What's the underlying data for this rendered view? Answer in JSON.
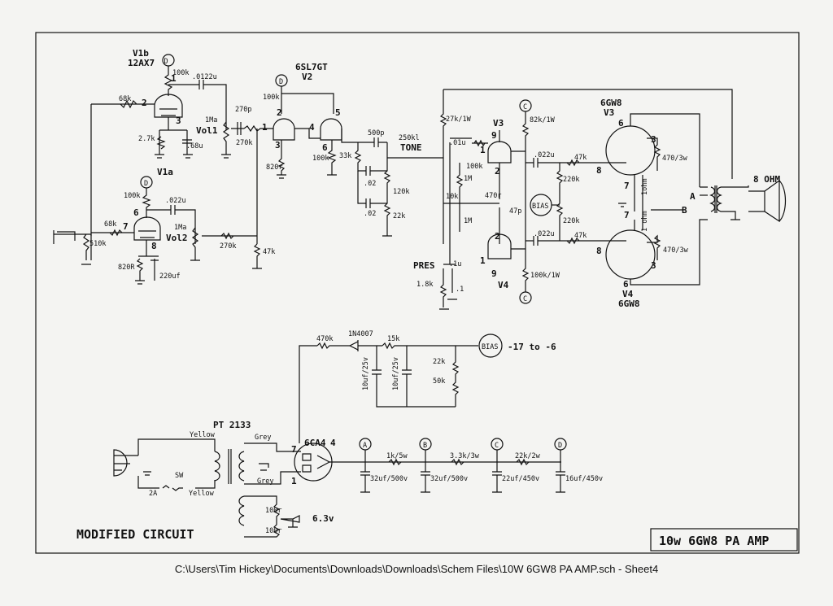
{
  "title_block": "10w 6GW8 PA AMP",
  "modified_label": "MODIFIED CIRCUIT",
  "footer": "C:\\Users\\Tim Hickey\\Documents\\Downloads\\Downloads\\Schem Files\\10W 6GW8 PA AMP.sch  -  Sheet4",
  "tubes": {
    "v1b_name": "V1b",
    "v1b_type": "12AX7",
    "v1a_name": "V1a",
    "v2_type": "6SL7GT",
    "v2_name": "V2",
    "v3_name": "V3",
    "v4_name": "V4",
    "v3_type": "6GW8",
    "v3_name2": "V3",
    "v4_name2": "V4",
    "v4_type": "6GW8",
    "rect": "6CA4"
  },
  "pins": [
    "2",
    "3",
    "1",
    "7",
    "6",
    "8",
    "2",
    "1",
    "3",
    "5",
    "4",
    "6",
    "9",
    "2",
    "1",
    "2",
    "1",
    "9",
    "6",
    "3",
    "8",
    "7",
    "7",
    "8",
    "3",
    "6",
    "7",
    "1",
    "4"
  ],
  "nodes": {
    "a": "A",
    "b": "B",
    "c": "C",
    "d": "D"
  },
  "components": {
    "r100k_v1b": "100k",
    "c0122": ".0122u",
    "r68k_top": "68k",
    "r27k": "2.7k",
    "c68": ".68u",
    "vol1": "Vol1",
    "vol1_val": "1Ma",
    "c270p": "270p",
    "r270k_a": "270k",
    "r100k_v2": "100k",
    "r820": "820r",
    "r100k_v2b": "100k",
    "r33k": "33k",
    "c500p": "500p",
    "tone_val": "250kl",
    "tone": "TONE",
    "c02a": ".02",
    "c02b": ".02",
    "r120k": "120k",
    "r22k": "22k",
    "r100k_v1a": "100k",
    "c022_v1a": ".022u",
    "r68k_b": "68k",
    "vol2_val": "1Ma",
    "vol2": "Vol2",
    "r510k": "510k",
    "r820R": "820R",
    "c220": "220uf",
    "r270k_b": "270k",
    "r47k": "47k",
    "r27k1w": "27k/1W",
    "c01": ".01u",
    "r100k_pi": "100k",
    "r1m_a": "1M",
    "r10k": "10k",
    "r470r": "470r",
    "r1m_b": "1M",
    "pres": "PRES",
    "c1u": ".1u",
    "r18k": "1.8k",
    "c_1": ".1",
    "r82k": "82k/1W",
    "c022a": ".022u",
    "r47k_a": "47k",
    "r220k_a": "220k",
    "bias_circle": "BIAS",
    "c47p": "47p",
    "r220k_b": "220k",
    "c022b": ".022u",
    "r47k_b": "47k",
    "r100k1w": "100k/1W",
    "r470_3w_a": "470/3w",
    "r470_3w_b": "470/3w",
    "r1ohm_a": "1ohm",
    "r1ohm_b": "1 ohm",
    "ohm8": "8 OHM",
    "r470k": "470k",
    "diode": "1N4007",
    "r15k": "15k",
    "c10uf_a": "10uf/25v",
    "c10uf_b": "10uf/25v",
    "r22k_b": "22k",
    "pot50k": "50k",
    "bias_out": "BIAS",
    "bias_range": "-17 to -6",
    "pt": "PT 2133",
    "yellow_a": "Yellow",
    "grey_a": "Grey",
    "grey_b": "Grey",
    "yellow_b": "Yellow",
    "sw": "SW",
    "fuse": "2A",
    "c32a": "32uf/500v",
    "r1k5w": "1k/5w",
    "c32b": "32uf/500v",
    "r33k3w": "3.3k/3w",
    "c22": "22uf/450v",
    "r22k2w": "22k/2w",
    "c16": "16uf/450v",
    "r100r_a": "100r",
    "r100r_b": "100r",
    "v63": "6.3v"
  }
}
